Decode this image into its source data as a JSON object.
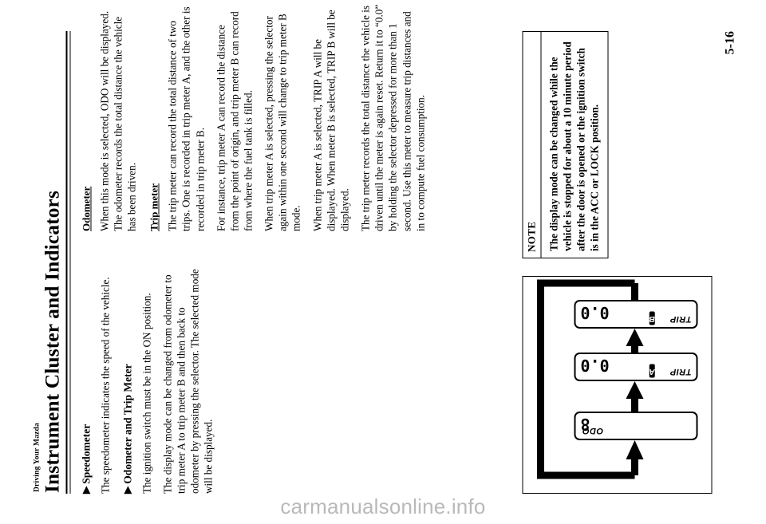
{
  "document": {
    "running_head": "Driving Your Mazda",
    "title": "Instrument Cluster and Indicators",
    "page_number": "5-16",
    "watermark": "carmanualsonline.info"
  },
  "left_column": {
    "speedometer": {
      "bullet": "▶",
      "heading": "Speedometer",
      "paragraphs": [
        "The speedometer indicates the speed of the vehicle."
      ]
    },
    "odometer_and_trip_meter": {
      "bullet": "▶",
      "heading": "Odometer and Trip Meter",
      "paragraphs": [
        "The ignition switch must be in the ON position.",
        "The display mode can be changed from odometer to trip meter A to trip meter B and then back to odometer by pressing the selector. The selected mode will be displayed."
      ]
    }
  },
  "right_column": {
    "odometer": {
      "heading": "Odometer",
      "paragraphs": [
        "When this mode is selected, ODO will be displayed.",
        "The odometer records the total distance the vehicle has been driven."
      ]
    },
    "trip_meter": {
      "heading": "Trip meter",
      "paragraphs": [
        "The trip meter can record the total distance of two trips. One is recorded in trip meter A, and the other is recorded in trip meter B.",
        "For instance, trip meter A can record the distance from the point of origin, and trip meter B can record from where the fuel tank is filled.",
        "When trip meter A is selected, pressing the selector again within one second will change to trip meter B mode.",
        "When trip meter A is selected, TRIP A will be displayed. When meter B is selected, TRIP B will be displayed.",
        "The trip meter records the total distance the vehicle is driven until the meter is again reset. Return it to “0.0” by holding the selector depressed for more than 1 second. Use this meter to measure trip distances and in to compute fuel consumption."
      ]
    }
  },
  "note_box": {
    "label": "NOTE",
    "text": "The display mode can be changed while the vehicle is stopped for about a 10 minute period after the door is opened or the ignition switch is in the ACC or LOCK position."
  },
  "diagram": {
    "caption": "",
    "displays": [
      {
        "label": "ODO",
        "digits": "8",
        "badge": ""
      },
      {
        "label": "TRIP",
        "digits": "0.0",
        "badge": "A"
      },
      {
        "label": "TRIP",
        "digits": "0.0",
        "badge": "B"
      }
    ],
    "arrows": [
      "▶",
      "▶",
      "▶"
    ],
    "loop": "cycle-back-to-odometer"
  }
}
